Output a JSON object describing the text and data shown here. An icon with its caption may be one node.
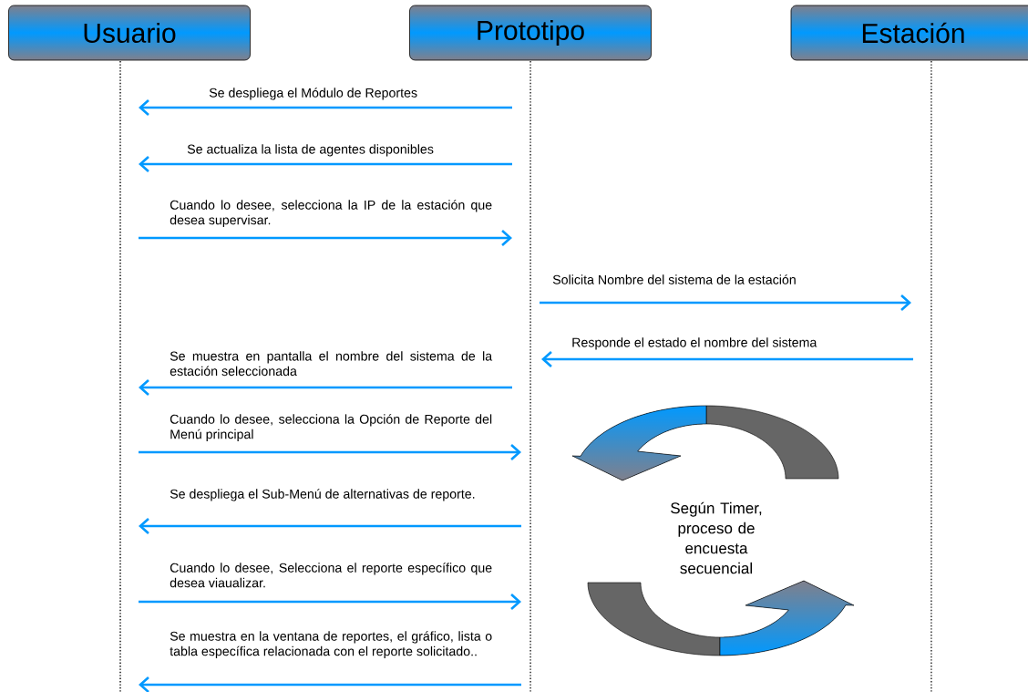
{
  "diagram": {
    "nodes": [
      {
        "text": [
          "Usuario"
        ]
      },
      {
        "text": [
          "Prototipo"
        ]
      },
      {
        "text": [
          "Estación"
        ]
      }
    ],
    "edges": [
      {
        "from": 1,
        "to": 0,
        "arrow": "to",
        "label": "Se despliega el Módulo de Reportes"
      },
      {
        "from": 1,
        "to": 0,
        "arrow": "to",
        "label": "Se actualiza la lista de agentes disponibles"
      },
      {
        "from": 0,
        "to": 1,
        "arrow": "to",
        "label": "Cuando lo desee, selecciona la IP de la estación que desea supervisar."
      },
      {
        "from": 1,
        "to": 2,
        "arrow": "to",
        "label": "Solicita Nombre del sistema de la estación"
      },
      {
        "from": 2,
        "to": 1,
        "arrow": "to",
        "label": "Responde el estado el nombre del sistema"
      },
      {
        "from": 1,
        "to": 0,
        "arrow": "to",
        "label": "Se muestra en pantalla el nombre del sistema de la estación seleccionada"
      },
      {
        "from": 0,
        "to": 1,
        "arrow": "to",
        "label": "Cuando lo desee, selecciona la Opción de Reporte del Menú principal"
      },
      {
        "from": 1,
        "to": 0,
        "arrow": "to",
        "label": "Se despliega el Sub-Menú de alternativas de reporte."
      },
      {
        "from": 0,
        "to": 1,
        "arrow": "to",
        "label": "Cuando lo desee, Selecciona el reporte específico que desea viaualizar."
      },
      {
        "from": 1,
        "to": 0,
        "arrow": "to",
        "label": "Se muestra en la ventana de reportes, el gráfico, lista o tabla específica relacionada con el reporte solicitado.."
      }
    ],
    "labels": [
      "Según Timer, proceso de encuesta secuencial"
    ]
  }
}
